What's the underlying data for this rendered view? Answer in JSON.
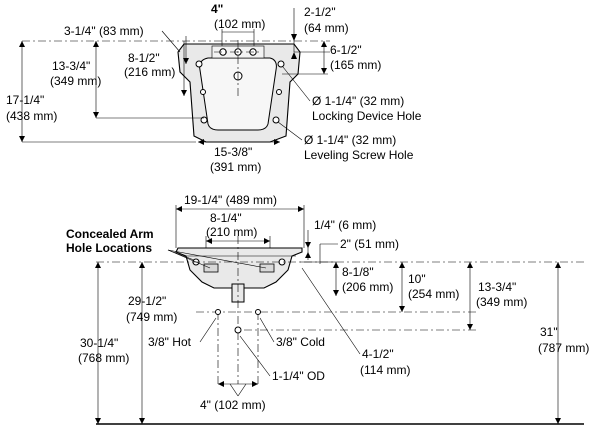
{
  "top_view": {
    "dim_4in": "4\"",
    "dim_102mm": "(102 mm)",
    "dim_2_1_2": "2-1/2\"",
    "dim_64mm": "(64 mm)",
    "dim_3_1_4": "3-1/4\" (83 mm)",
    "dim_8_1_2": "8-1/2\"",
    "dim_216mm": "(216 mm)",
    "dim_6_1_2": "6-1/2\"",
    "dim_165mm": "(165 mm)",
    "dim_13_3_4": "13-3/4\"",
    "dim_349mm": "(349 mm)",
    "dim_17_1_4": "17-1/4\"",
    "dim_438mm": "(438 mm)",
    "locking_dia": "Ø 1-1/4\" (32 mm)",
    "locking_label": "Locking Device Hole",
    "leveling_dia": "Ø 1-1/4\" (32 mm)",
    "leveling_label": "Leveling Screw Hole",
    "dim_15_3_8": "15-3/8\"",
    "dim_391mm": "(391 mm)"
  },
  "front_view": {
    "dim_19_1_4": "19-1/4\" (489 mm)",
    "dim_8_1_4": "8-1/4\"",
    "dim_210mm": "(210 mm)",
    "dim_1_4": "1/4\" (6 mm)",
    "dim_2in": "2\" (51 mm)",
    "concealed_line1": "Concealed Arm",
    "concealed_line2": "Hole Locations",
    "dim_8_1_8": "8-1/8\"",
    "dim_206mm": "(206 mm)",
    "dim_10": "10\"",
    "dim_254mm": "(254 mm)",
    "dim_13_3_4": "13-3/4\"",
    "dim_349mm": "(349 mm)",
    "dim_29_1_2": "29-1/2\"",
    "dim_749mm": "(749 mm)",
    "dim_31": "31\"",
    "dim_787mm": "(787 mm)",
    "dim_30_1_4": "30-1/4\"",
    "dim_768mm": "(768 mm)",
    "hot_label": "3/8\" Hot",
    "cold_label": "3/8\" Cold",
    "dim_4_1_2": "4-1/2\"",
    "dim_114mm": "(114 mm)",
    "od_label": "1-1/4\" OD",
    "dim_4in_bottom": "4\" (102 mm)"
  }
}
